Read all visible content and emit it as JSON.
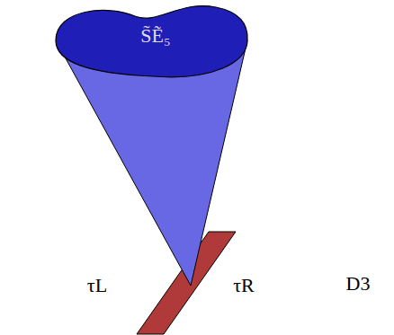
{
  "diagram": {
    "nodes": [
      {
        "text": [
          "S̃Ẽ₅"
        ]
      },
      {
        "text": [
          "τL"
        ]
      },
      {
        "text": [
          "τR"
        ]
      }
    ],
    "labels": [
      "D3"
    ]
  }
}
